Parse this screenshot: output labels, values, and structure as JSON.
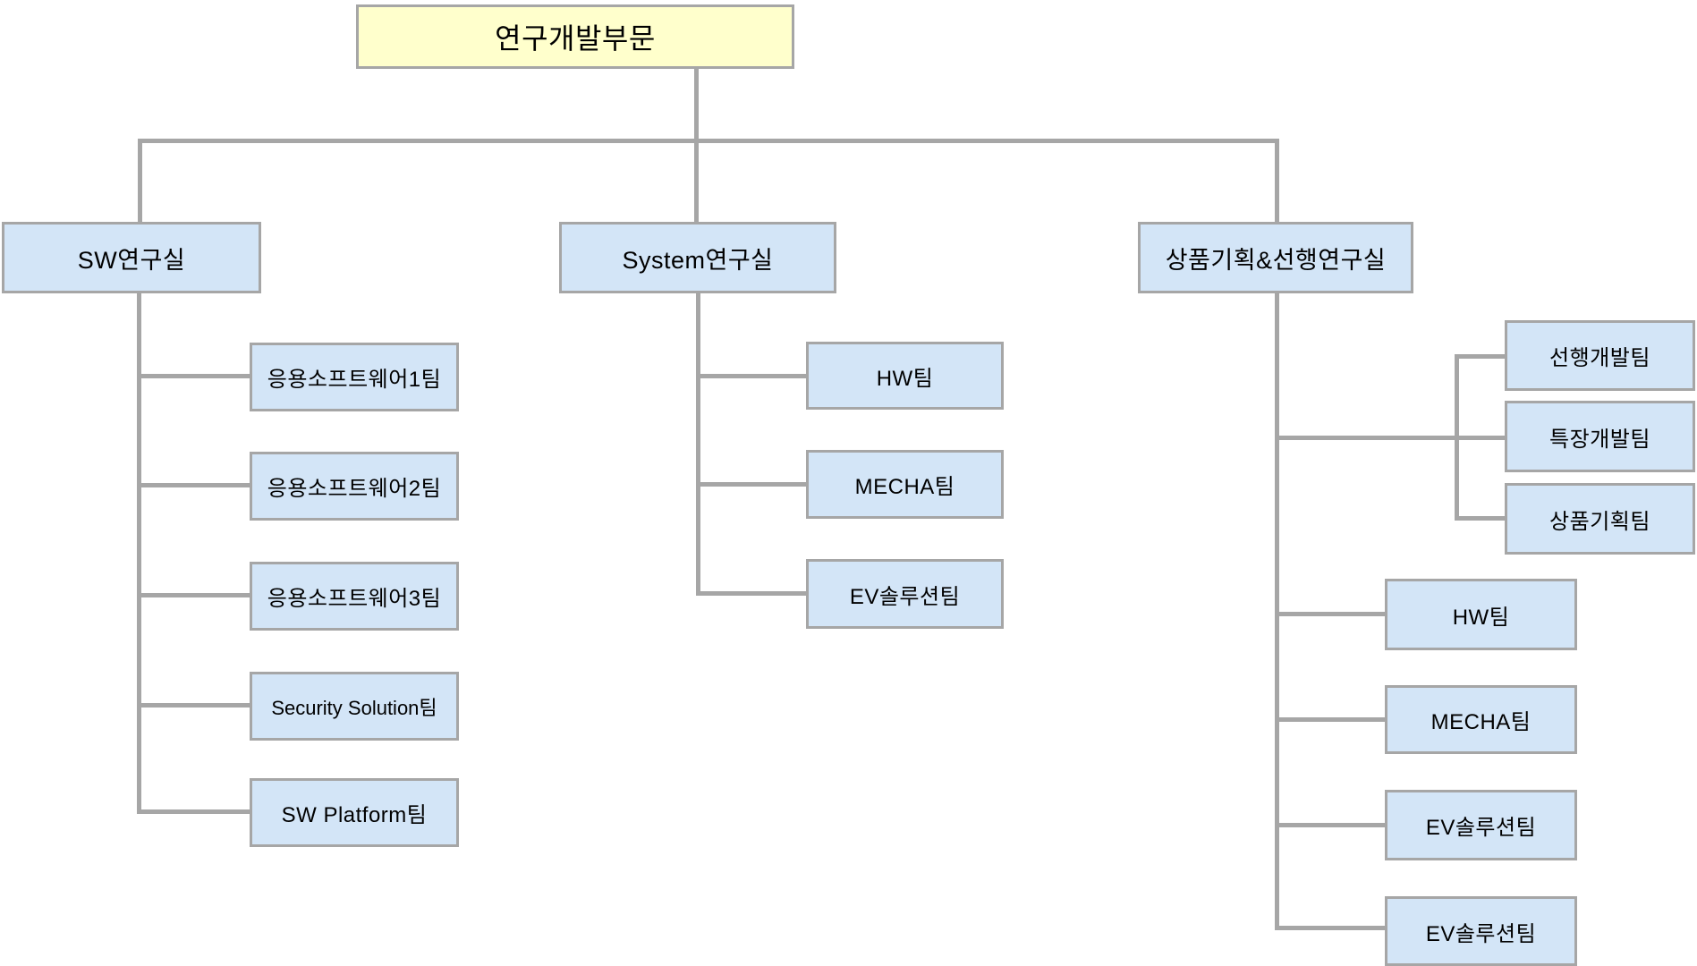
{
  "org_chart": {
    "type": "org-tree",
    "root": {
      "label": "연구개발부문"
    },
    "branches": [
      {
        "label": "SW연구실",
        "children": [
          {
            "label": "응용소프트웨어1팀"
          },
          {
            "label": "응용소프트웨어2팀"
          },
          {
            "label": "응용소프트웨어3팀"
          },
          {
            "label": "Security Solution팀"
          },
          {
            "label": "SW Platform팀"
          }
        ]
      },
      {
        "label": "System연구실",
        "children": [
          {
            "label": "HW팀"
          },
          {
            "label": "MECHA팀"
          },
          {
            "label": "EV솔루션팀"
          }
        ]
      },
      {
        "label": "상품기획&선행연구실",
        "group_children": [
          {
            "label": "선행개발팀"
          },
          {
            "label": "특장개발팀"
          },
          {
            "label": "상품기획팀"
          }
        ],
        "children": [
          {
            "label": "HW팀"
          },
          {
            "label": "MECHA팀"
          },
          {
            "label": "EV솔루션팀"
          },
          {
            "label": "EV솔루션팀"
          }
        ]
      }
    ],
    "colors": {
      "root_fill": "#ffffcc",
      "team_fill": "#d3e5f7",
      "border": "#a6a6a6",
      "connector": "#a6a6a6",
      "text": "#000000"
    }
  }
}
